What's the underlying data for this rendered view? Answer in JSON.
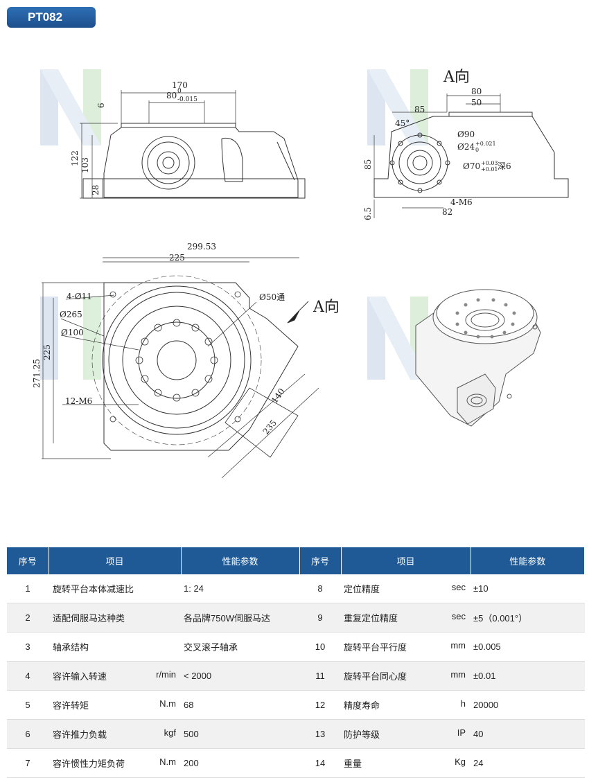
{
  "badge": "PT082",
  "drawings": {
    "front": {
      "d170": "170",
      "d80": "80",
      "d80_tol": "0",
      "d80_tol2": "-0.015",
      "d6": "6",
      "d122": "122",
      "d103": "103",
      "d28": "28"
    },
    "side": {
      "title": "A向",
      "d80": "80",
      "d50": "50",
      "d85": "85",
      "d45": "45°",
      "d90": "Ø90",
      "d24": "Ø24",
      "d24_tol": "+0.021",
      "d24_tol2": "0",
      "d70": "Ø70",
      "d70_tol": "+0.03",
      "d70_tol2": "+0.01",
      "d70_deep": "深6",
      "d85v": "85",
      "d4m6": "4-M6",
      "d82": "82",
      "d65": "6.5"
    },
    "top": {
      "d299": "299.53",
      "d225": "225",
      "d4011": "4-Ø11",
      "d265": "Ø265",
      "d100": "Ø100",
      "d12m6": "12-M6",
      "d50": "Ø50通",
      "arrow": "A向",
      "d271": "271.25",
      "d225v": "225",
      "d140": "140",
      "d235": "235"
    }
  },
  "table": {
    "headers": [
      "序号",
      "项目",
      "性能参数",
      "序号",
      "项目",
      "性能参数"
    ],
    "rows": [
      {
        "no": "1",
        "item": "旋转平台本体减速比",
        "unit": "",
        "val": "1:  24",
        "no2": "8",
        "item2": "定位精度",
        "unit2": "sec",
        "val2": "±10"
      },
      {
        "no": "2",
        "item": "适配伺服马达种类",
        "unit": "",
        "val": "各品牌750W伺服马达",
        "no2": "9",
        "item2": "重复定位精度",
        "unit2": "sec",
        "val2": "±5（0.001°）"
      },
      {
        "no": "3",
        "item": "轴承结构",
        "unit": "",
        "val": "交叉滚子轴承",
        "no2": "10",
        "item2": "旋转平台平行度",
        "unit2": "mm",
        "val2": "±0.005"
      },
      {
        "no": "4",
        "item": "容许输入转速",
        "unit": "r/min",
        "val": "< 2000",
        "no2": "11",
        "item2": "旋转平台同心度",
        "unit2": "mm",
        "val2": "±0.01"
      },
      {
        "no": "5",
        "item": "容许转矩",
        "unit": "N.m",
        "val": "68",
        "no2": "12",
        "item2": "精度寿命",
        "unit2": "h",
        "val2": "20000"
      },
      {
        "no": "6",
        "item": "容许推力负载",
        "unit": "kgf",
        "val": "500",
        "no2": "13",
        "item2": "防护等级",
        "unit2": "IP",
        "val2": "40"
      },
      {
        "no": "7",
        "item": "容许惯性力矩负荷",
        "unit": "N.m",
        "val": "200",
        "no2": "14",
        "item2": "重量",
        "unit2": "Kg",
        "val2": "24"
      }
    ]
  }
}
